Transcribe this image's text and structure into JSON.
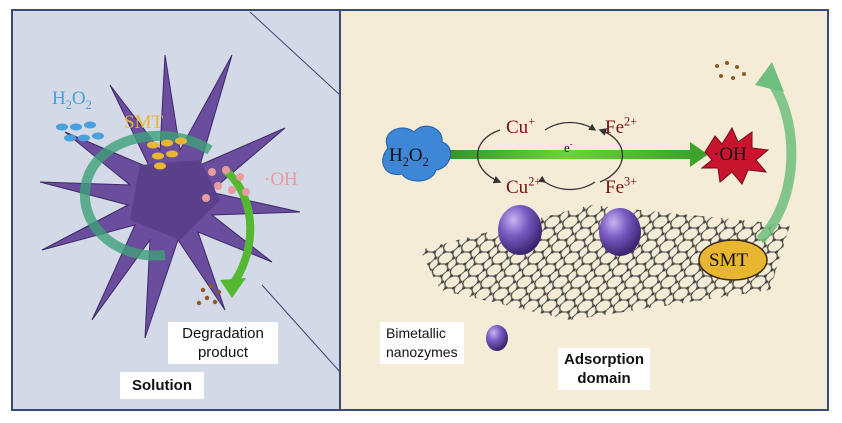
{
  "left_panel": {
    "h2o2": {
      "main": "H",
      "sub1": "2",
      "mid": "O",
      "sub2": "2"
    },
    "smt": "SMT",
    "oh": "·OH",
    "degradation": {
      "line1": "Degradation",
      "line2": "product"
    },
    "solution": "Solution"
  },
  "right_panel": {
    "h2o2": {
      "main": "H",
      "sub1": "2",
      "mid": "O",
      "sub2": "2"
    },
    "cu_plus": {
      "el": "Cu",
      "charge": "+"
    },
    "fe_2plus": {
      "el": "Fe",
      "charge": "2+"
    },
    "cu_2plus": {
      "el": "Cu",
      "charge": "2+"
    },
    "fe_3plus": {
      "el": "Fe",
      "charge": "3+"
    },
    "electron": {
      "el": "e",
      "charge": "-"
    },
    "oh": "·OH",
    "smt": "SMT",
    "nanozymes": {
      "line1": "Bimetallic",
      "line2": "nanozymes"
    },
    "adsorption": {
      "line1": "Adsorption",
      "line2": "domain"
    }
  },
  "colors": {
    "left_bg": "#d3d9e6",
    "right_bg": "#f4ecd6",
    "border": "#3a4a78",
    "h2o2_blue": "#2f6fc4",
    "arrow_green": "#55b832",
    "oh_red": "#b0112a",
    "smt_yellow": "#e8b630",
    "star_purple": "#6a4d9c",
    "sphere_purple": "#6e4fb0",
    "ion_red": "#7a1010"
  }
}
